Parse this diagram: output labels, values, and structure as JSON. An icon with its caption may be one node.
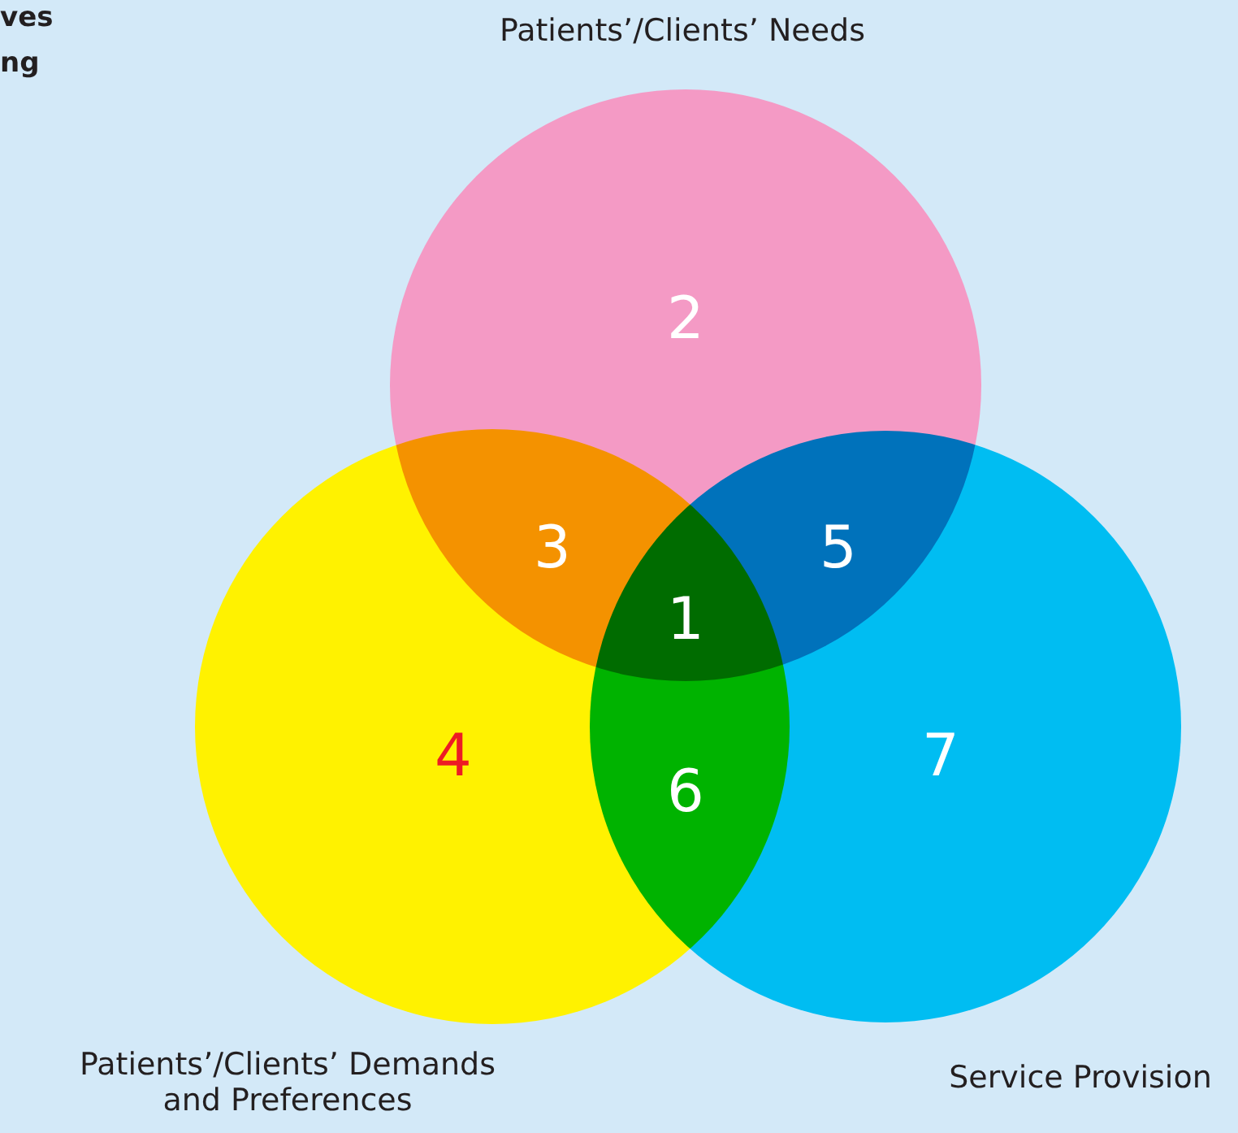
{
  "diagram": {
    "nodes": [
      {
        "text": [
          "Patients’/Clients’ Needs"
        ]
      },
      {
        "text": [
          "Patients’/Clients’ Demands and Preferences"
        ]
      },
      {
        "text": [
          "Service Provision"
        ]
      }
    ],
    "labels": [
      "ves",
      "ng",
      "2",
      "3",
      "5",
      "1",
      "4",
      "6",
      "7"
    ]
  }
}
